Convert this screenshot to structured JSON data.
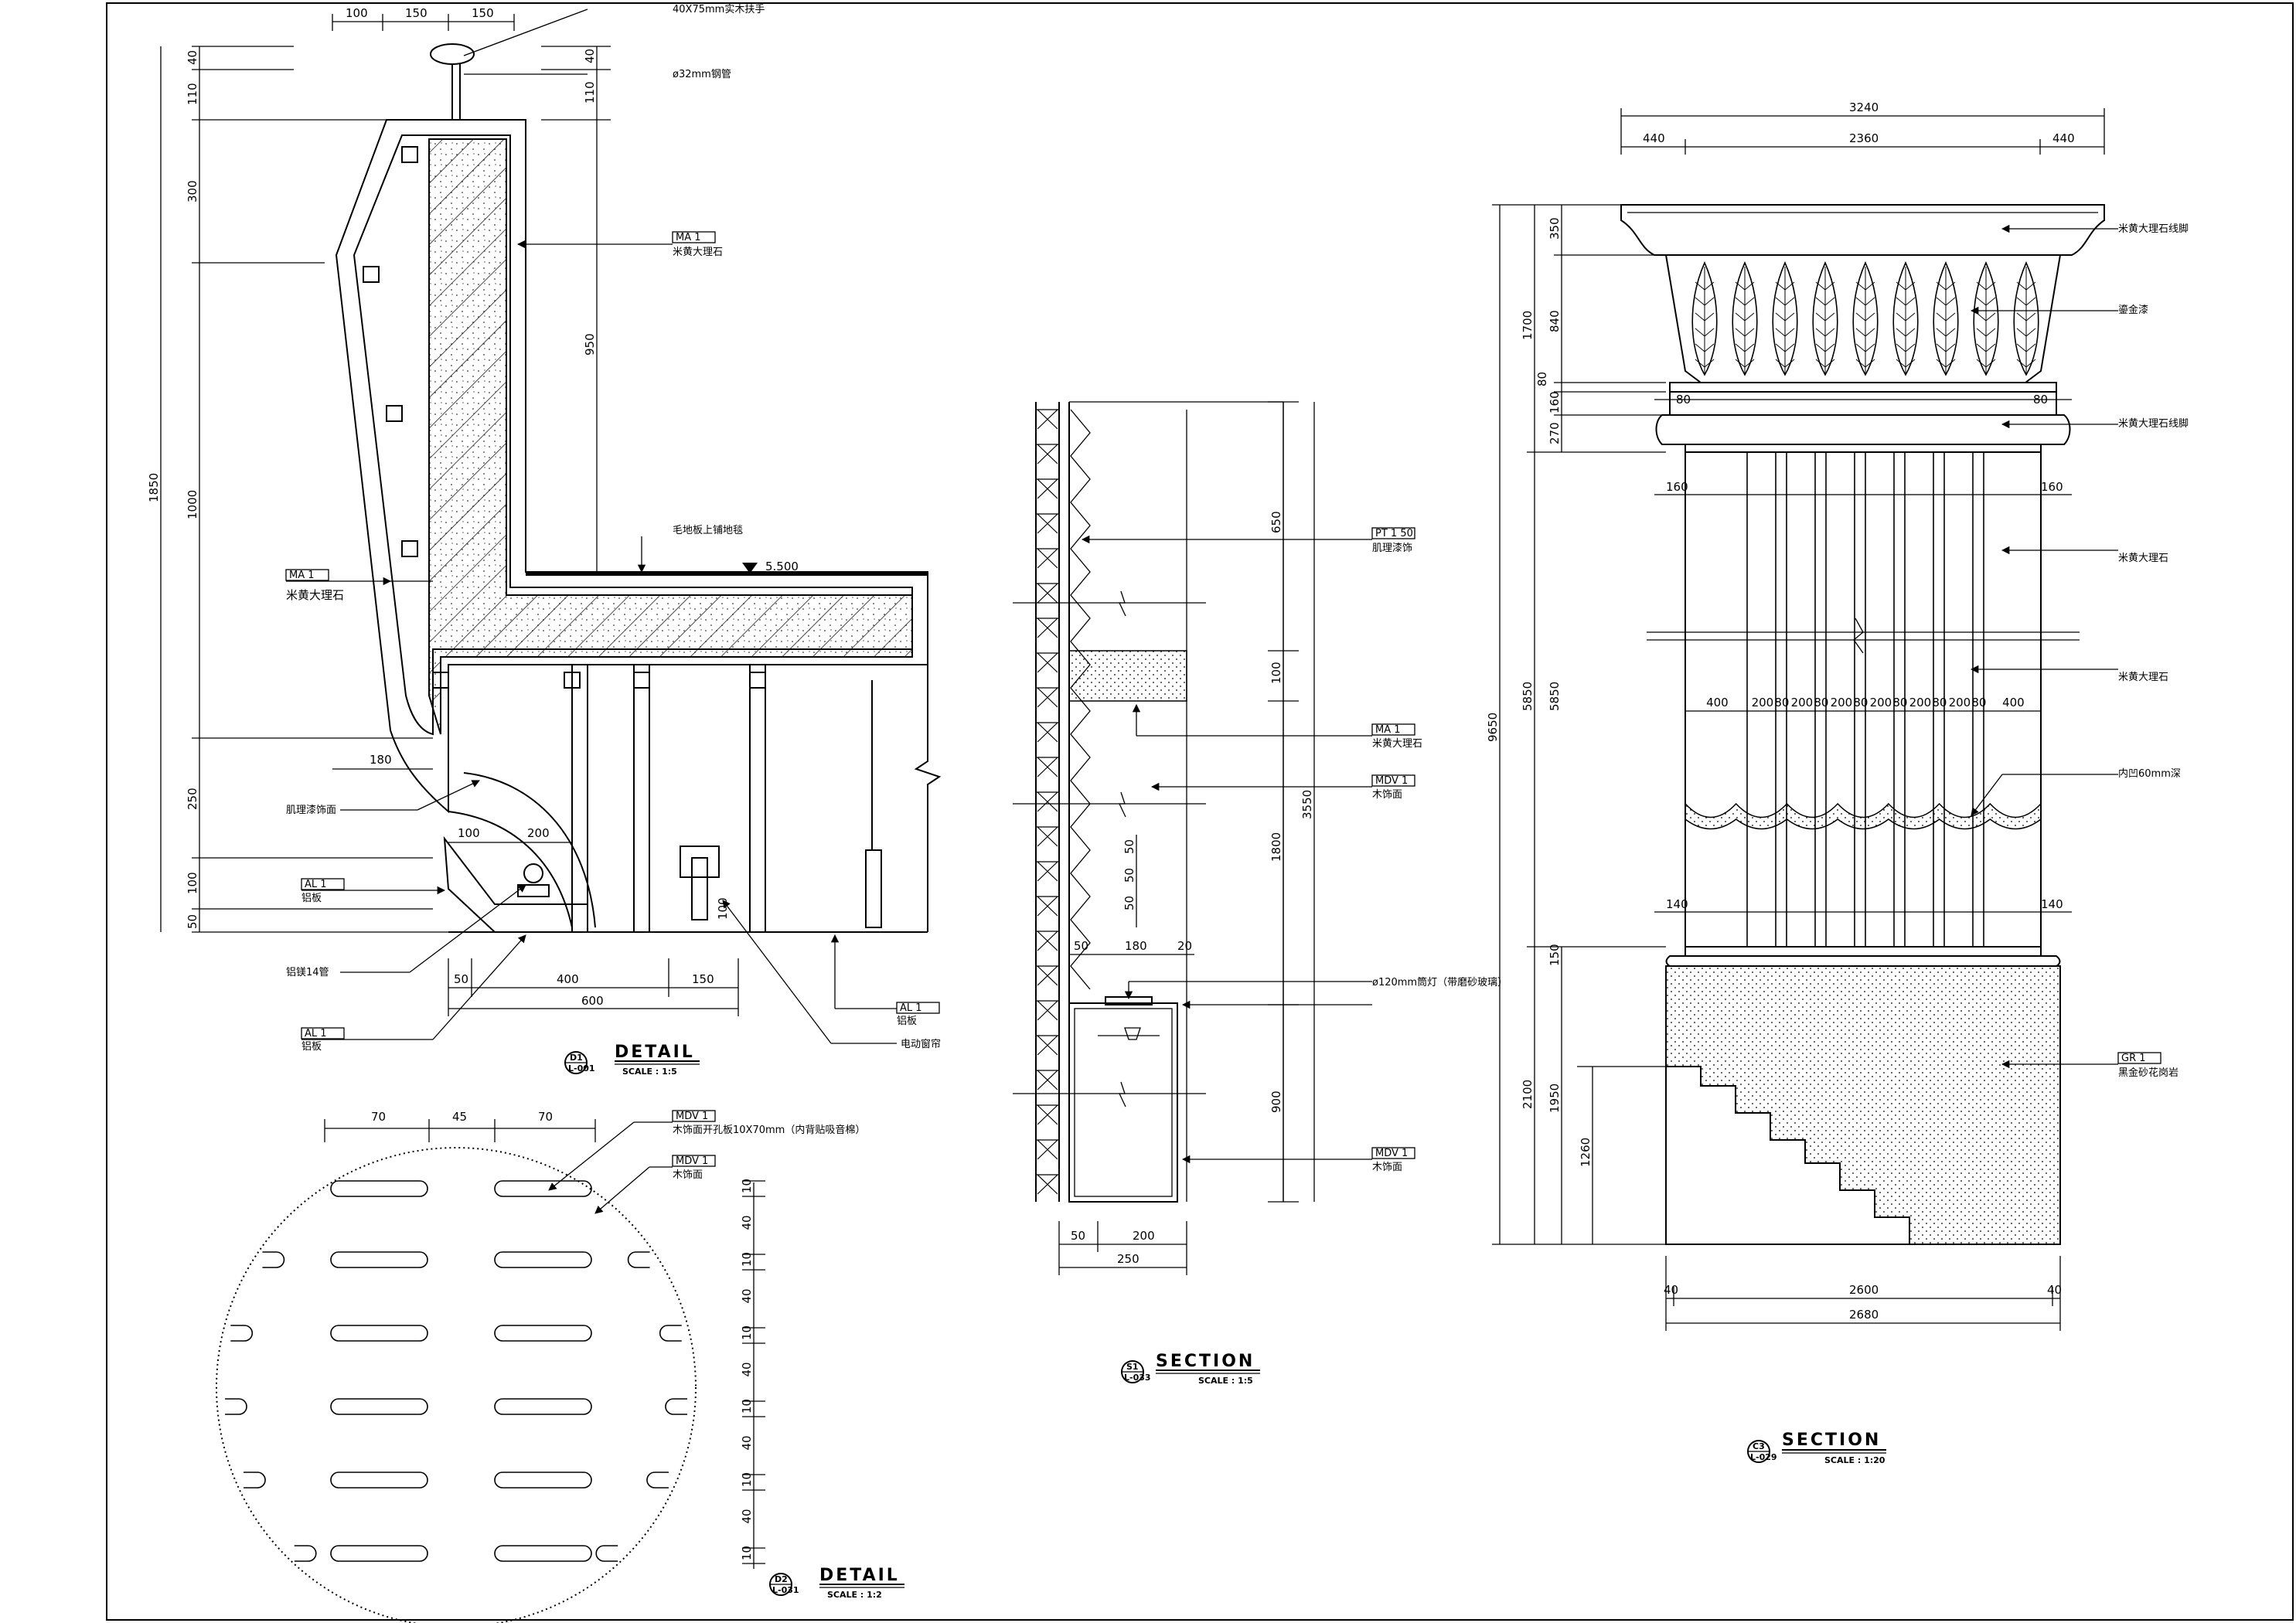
{
  "detail1": {
    "top_dims": [
      "100",
      "150",
      "150"
    ],
    "left_dims": [
      "40",
      "110",
      "300",
      "1000",
      "250",
      "100",
      "50"
    ],
    "total_height": "1850",
    "right_dims": [
      "40",
      "110",
      "950"
    ],
    "bottom_dims": [
      "50",
      "400",
      "150"
    ],
    "bottom_total": "600",
    "inner_dims": [
      "180",
      "100",
      "200",
      "100"
    ],
    "level_mark": "5.500",
    "labels": {
      "handrail": "40X75mm实木扶手",
      "pipe": "ø32mm钢管",
      "marble_tag": "MA 1",
      "marble_right": "米黄大理石",
      "carpet": "毛地板上铺地毯",
      "marble_left": "米黄大理石",
      "grc": "肌理漆饰面",
      "al1": "AL 1",
      "al1_text": "铝板",
      "pipe2": "铝镁14管",
      "al2": "AL 1",
      "al2_text": "铝板",
      "al3": "AL 1",
      "al3_text": "铝板",
      "motor": "电动窗帘"
    },
    "title": "DETAIL",
    "scale": "SCALE : 1:5",
    "ref_top": "D1",
    "ref_bottom": "L-001"
  },
  "detail2": {
    "top_dims": [
      "70",
      "45",
      "70"
    ],
    "right_dims": [
      "10",
      "40",
      "10",
      "40",
      "10",
      "40",
      "10",
      "40",
      "10",
      "40",
      "10"
    ],
    "labels": {
      "tag1": "MDV 1",
      "text1": "木饰面开孔板10X70mm（内背贴吸音棉）",
      "tag2": "MDV 1",
      "text2": "木饰面"
    },
    "title": "DETAIL",
    "scale": "SCALE : 1:2",
    "ref_top": "D2",
    "ref_bottom": "L-031"
  },
  "section1": {
    "right_dims": [
      "650",
      "100",
      "1800",
      "900"
    ],
    "total": "3550",
    "small_dims": [
      "50",
      "50",
      "50"
    ],
    "top_dims": [
      "180",
      "20",
      "50"
    ],
    "bottom_dims": [
      "50",
      "200"
    ],
    "bottom_total": "250",
    "labels": {
      "pt_tag": "PT 1 50",
      "pt_text": "肌理漆饰",
      "ma_tag": "MA 1",
      "ma_text": "米黄大理石",
      "mdv_tag": "MDV 1",
      "mdv_text": "木饰面",
      "light_text": "ø120mm筒灯（带磨砂玻璃）",
      "mdv2_tag": "MDV 1",
      "mdv2_text": "木饰面"
    },
    "title": "SECTION",
    "scale": "SCALE : 1:5",
    "ref_top": "S1",
    "ref_bottom": "L-033"
  },
  "section2": {
    "top_total": "3240",
    "top_dims": [
      "440",
      "2360",
      "440"
    ],
    "left_dims": [
      "350",
      "840",
      "80",
      "160",
      "270"
    ],
    "left_total_cap": "1700",
    "mid_dim": "5850",
    "left_total": "9650",
    "base_dims": [
      "150",
      "1950"
    ],
    "base_total": "2100",
    "stair_dim": "1260",
    "flute_dims": [
      "400",
      "200",
      "80",
      "200",
      "80",
      "200",
      "80",
      "200",
      "80",
      "200",
      "80",
      "200",
      "80",
      "400"
    ],
    "side_dims": [
      "80",
      "80",
      "160",
      "160",
      "140",
      "140"
    ],
    "bottom_dims": [
      "40",
      "2600",
      "40"
    ],
    "bottom_total": "2680",
    "labels": {
      "l1": "米黄大理石线脚",
      "l2": "鎏金漆",
      "l3": "米黄大理石线脚",
      "l4": "米黄大理石",
      "l5": "米黄大理石",
      "l6": "内凹60mm深",
      "gr_tag": "GR 1",
      "l7": "黑金砂花岗岩"
    },
    "title": "SECTION",
    "scale": "SCALE : 1:20",
    "ref_top": "C3",
    "ref_bottom": "L-029"
  }
}
